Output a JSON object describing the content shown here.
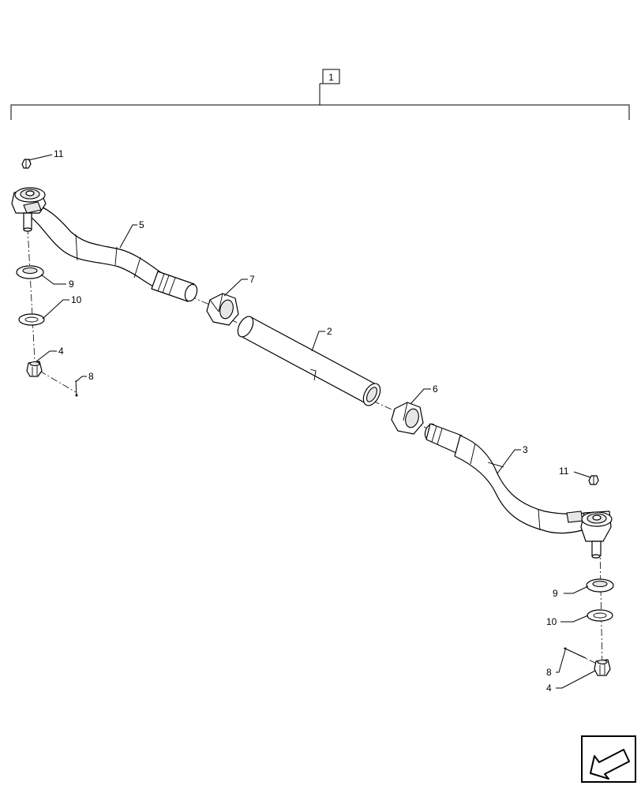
{
  "assembly": {
    "label": "1"
  },
  "callouts": [
    {
      "id": "left-nut-11",
      "label": "11"
    },
    {
      "id": "left-tie-rod-end-5",
      "label": "5"
    },
    {
      "id": "left-jam-nut-7",
      "label": "7"
    },
    {
      "id": "left-washer-9",
      "label": "9"
    },
    {
      "id": "left-washer-10",
      "label": "10"
    },
    {
      "id": "left-castle-nut-4",
      "label": "4"
    },
    {
      "id": "left-cotter-pin-8",
      "label": "8"
    },
    {
      "id": "sleeve-2",
      "label": "2"
    },
    {
      "id": "right-jam-nut-6",
      "label": "6"
    },
    {
      "id": "right-tie-rod-end-3",
      "label": "3"
    },
    {
      "id": "right-nut-11",
      "label": "11"
    },
    {
      "id": "right-washer-9",
      "label": "9"
    },
    {
      "id": "right-washer-10",
      "label": "10"
    },
    {
      "id": "right-cotter-pin-8",
      "label": "8"
    },
    {
      "id": "right-castle-nut-4",
      "label": "4"
    }
  ],
  "icons": {
    "navigation": "arrow-icon"
  }
}
